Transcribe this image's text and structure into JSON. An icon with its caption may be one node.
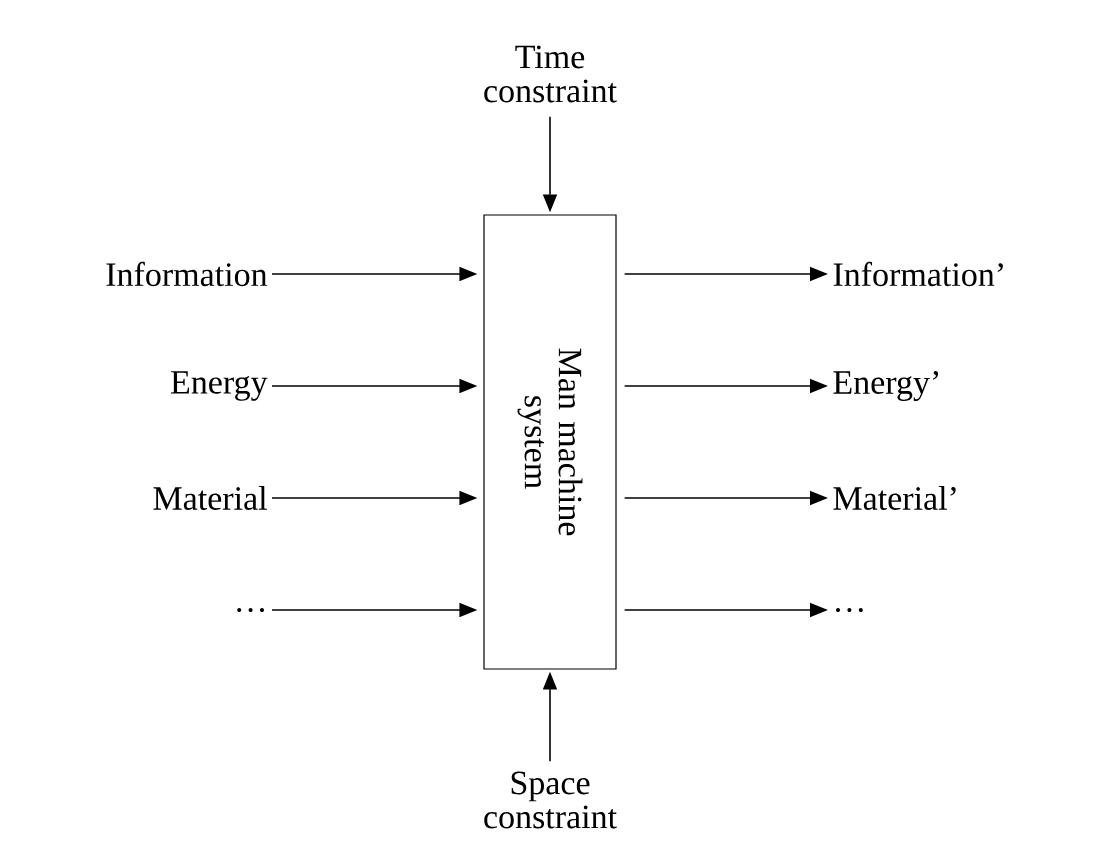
{
  "diagram": {
    "nodes": [
      {
        "text": [
          "Man machine system"
        ]
      },
      {
        "text": [
          "Time constraint"
        ]
      },
      {
        "text": [
          "Space constraint"
        ]
      },
      {
        "text": [
          "Information"
        ]
      },
      {
        "text": [
          "Energy"
        ]
      },
      {
        "text": [
          "Material"
        ]
      },
      {
        "text": [
          "…"
        ]
      },
      {
        "text": [
          "Information’"
        ]
      },
      {
        "text": [
          "Energy’"
        ]
      },
      {
        "text": [
          "Material’"
        ]
      },
      {
        "text": [
          "…"
        ]
      }
    ],
    "edges": [
      {
        "from": 1,
        "to": 0,
        "arrow": "to"
      },
      {
        "from": 2,
        "to": 0,
        "arrow": "to"
      },
      {
        "from": 3,
        "to": 0,
        "arrow": "to"
      },
      {
        "from": 4,
        "to": 0,
        "arrow": "to"
      },
      {
        "from": 5,
        "to": 0,
        "arrow": "to"
      },
      {
        "from": 6,
        "to": 0,
        "arrow": "to"
      },
      {
        "from": 0,
        "to": 7,
        "arrow": "to"
      },
      {
        "from": 0,
        "to": 8,
        "arrow": "to"
      },
      {
        "from": 0,
        "to": 9,
        "arrow": "to"
      },
      {
        "from": 0,
        "to": 10,
        "arrow": "to"
      }
    ]
  }
}
